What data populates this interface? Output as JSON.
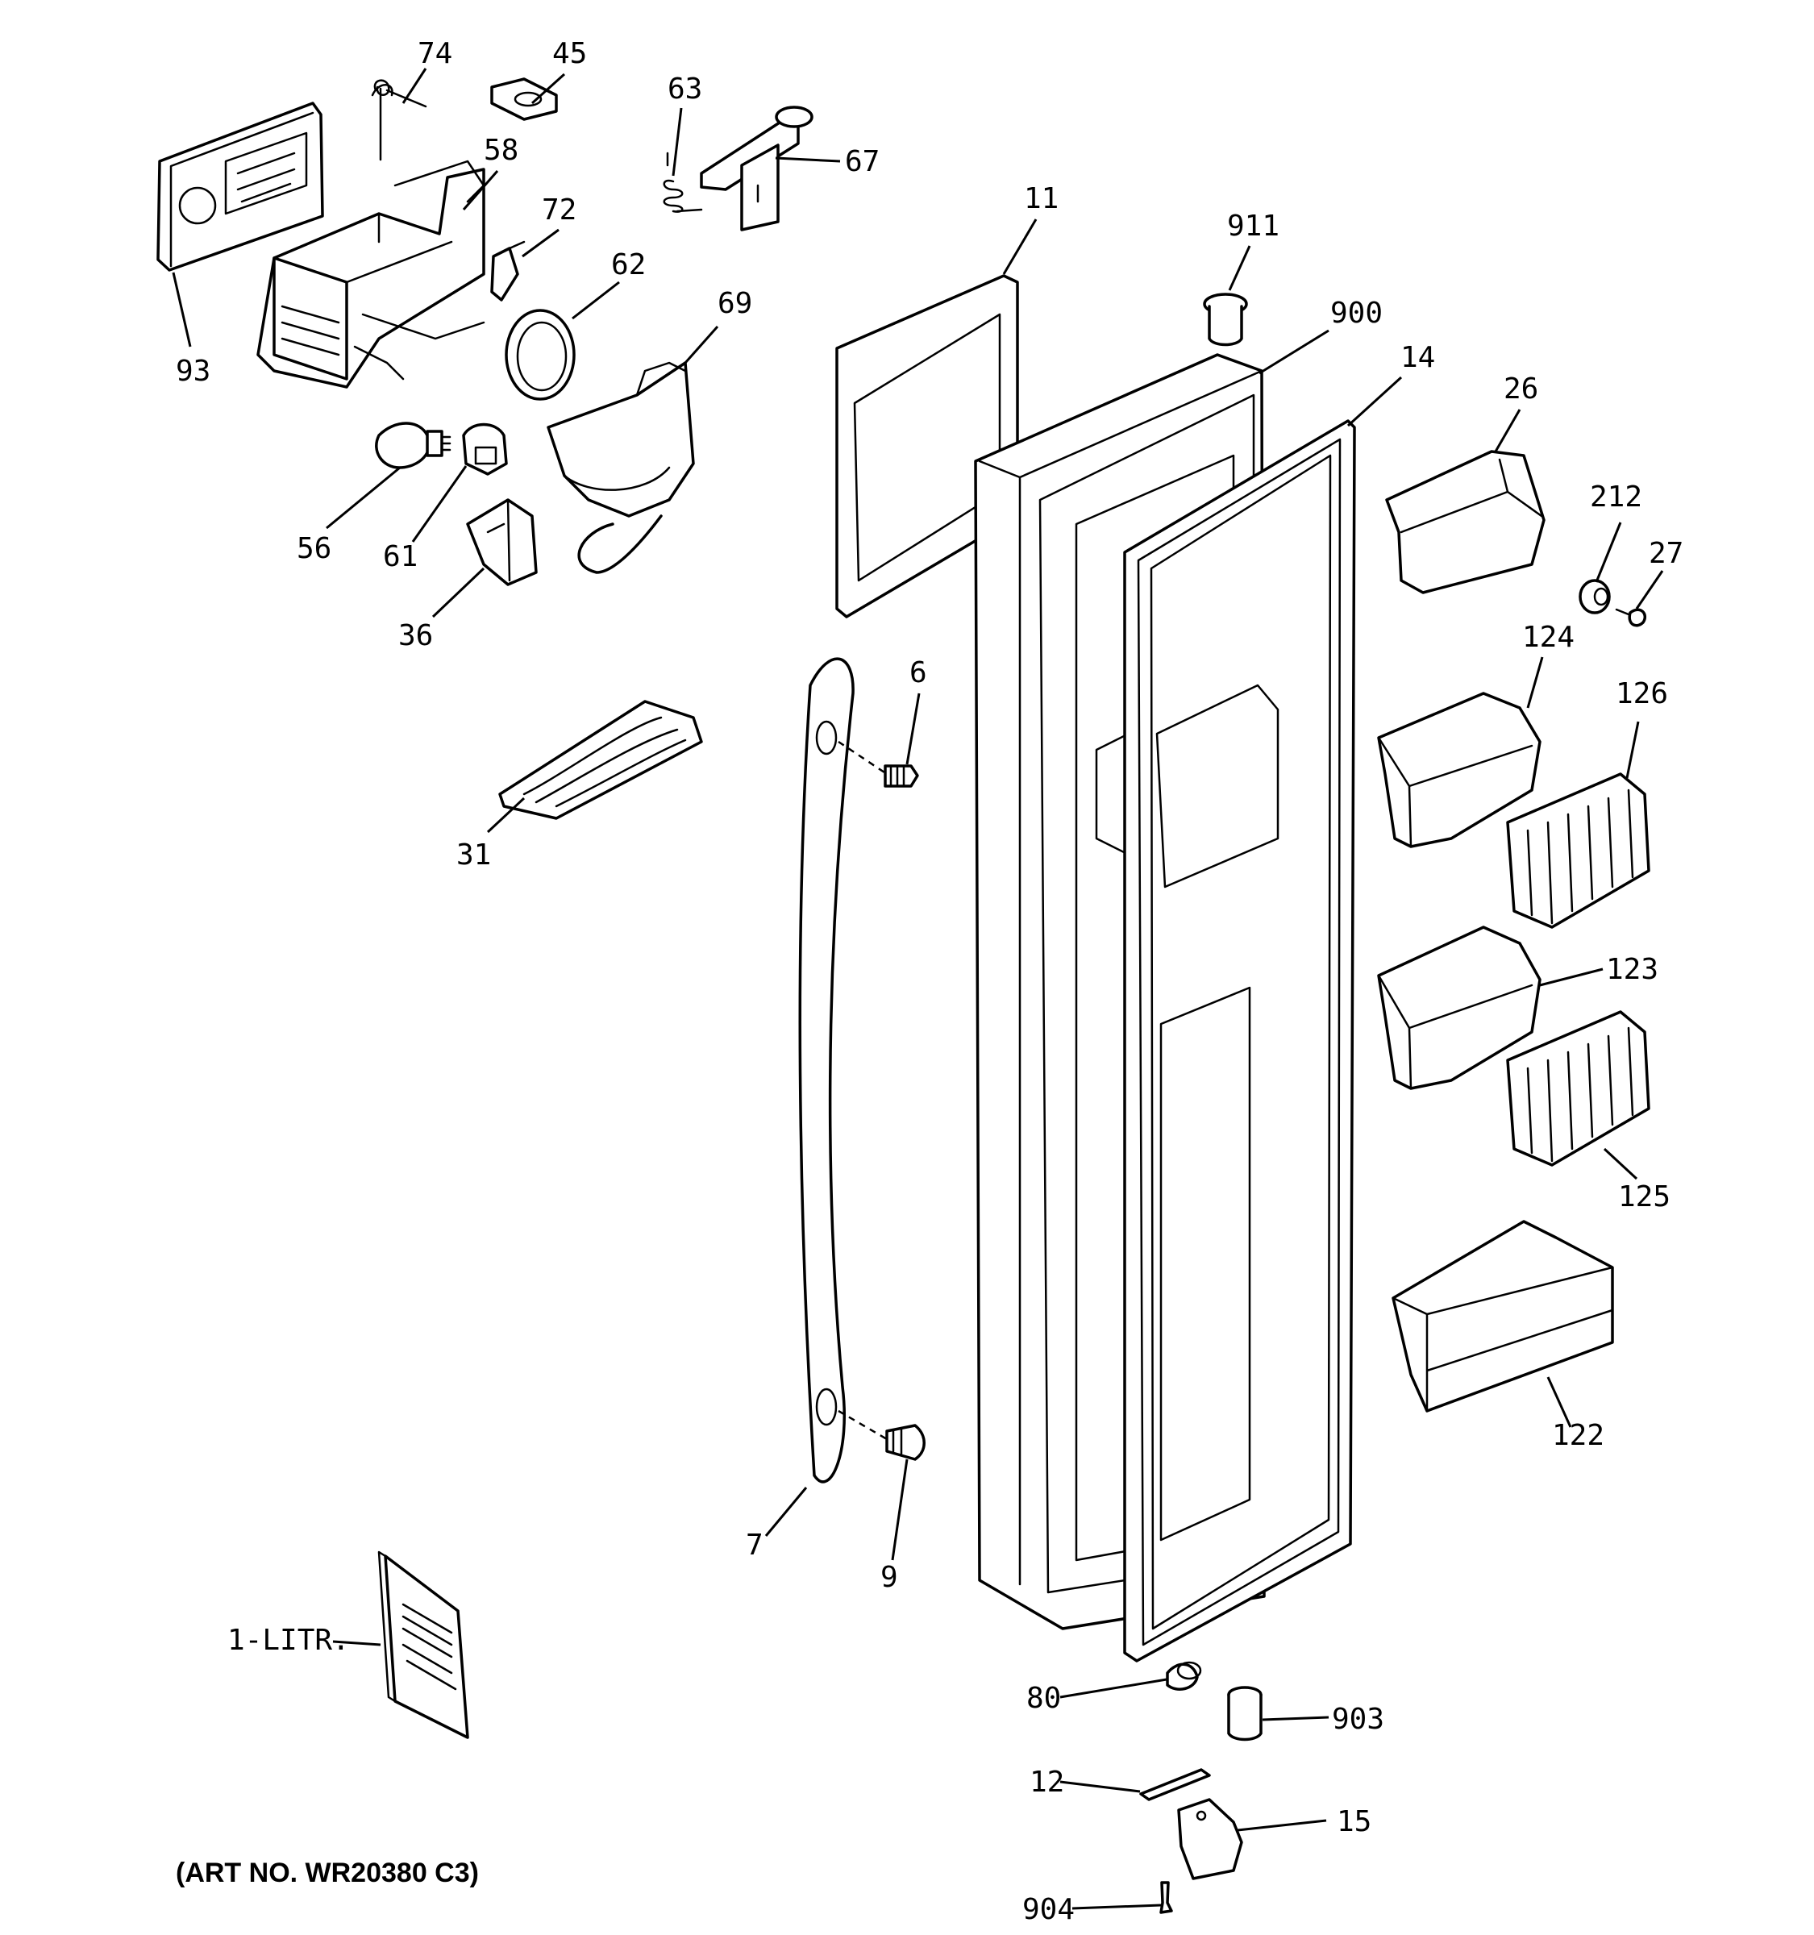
{
  "art_number": "(ART NO. WR20380 C3)",
  "callouts": {
    "c74": "74",
    "c45": "45",
    "c63": "63",
    "c67": "67",
    "c58": "58",
    "c72": "72",
    "c62": "62",
    "c69": "69",
    "c93": "93",
    "c56": "56",
    "c61": "61",
    "c36": "36",
    "c11": "11",
    "c911": "911",
    "c900": "900",
    "c14": "14",
    "c26": "26",
    "c212": "212",
    "c27": "27",
    "c124": "124",
    "c126": "126",
    "c6": "6",
    "c31": "31",
    "c123": "123",
    "c125": "125",
    "c122": "122",
    "c7": "7",
    "c9": "9",
    "c1litr": "1-LITR.",
    "c80": "80",
    "c903": "903",
    "c12": "12",
    "c15": "15",
    "c904": "904"
  }
}
